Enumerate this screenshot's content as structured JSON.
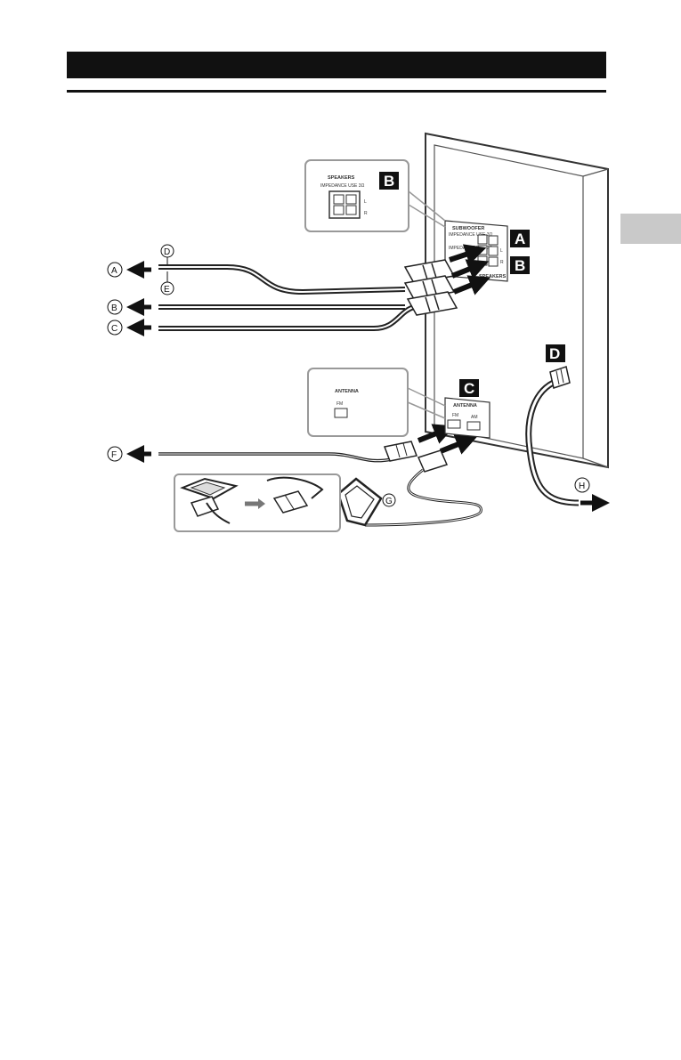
{
  "header": {
    "bar_color": "#111111",
    "side_tab_color": "#c9c9c9"
  },
  "markers": {
    "square_A": "A",
    "square_B": "B",
    "square_C": "C",
    "square_D": "D",
    "circle_A": "A",
    "circle_B": "B",
    "circle_C": "C",
    "circle_D": "D",
    "circle_E": "E",
    "circle_F": "F",
    "circle_G": "G",
    "circle_H": "H"
  },
  "labels": {
    "speakers_inset_title": "SPEAKERS",
    "speakers_inset_impedance": "IMPEDANCE USE 3Ω",
    "subwoofer_title": "SUBWOOFER",
    "subwoofer_impedance": "IMPEDANCE USE 3Ω",
    "speakers_panel_title": "SPEAKERS",
    "speakers_panel_impedance": "IMPEDANCE USE 3Ω",
    "channel_left": "L",
    "channel_right": "R",
    "antenna_inset_title": "ANTENNA",
    "antenna_inset_fm": "FM",
    "antenna_title": "ANTENNA",
    "antenna_fm": "FM",
    "antenna_am": "AM"
  },
  "icons": [
    "arrow-left-icon",
    "arrow-right-icon",
    "plug-icon",
    "loop-antenna-icon"
  ]
}
